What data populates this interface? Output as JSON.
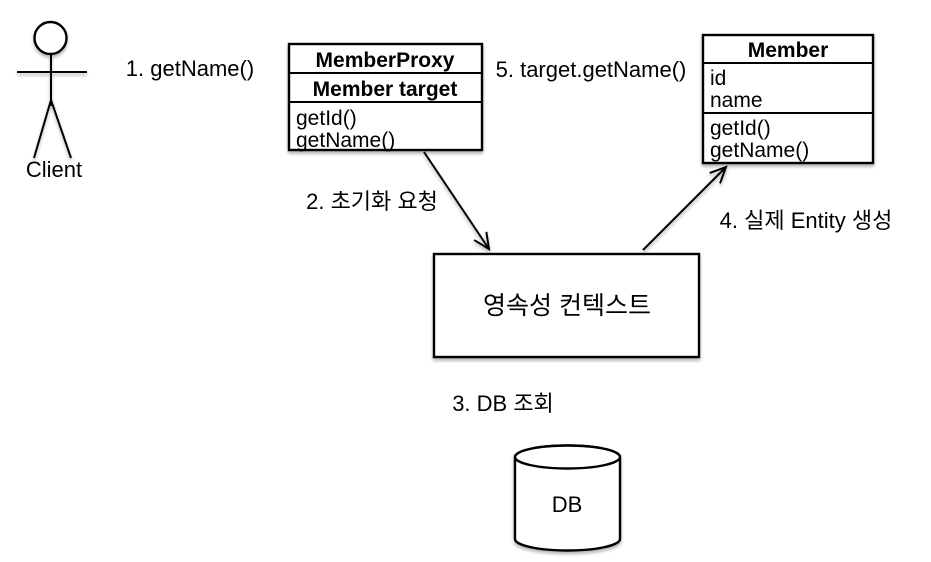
{
  "diagram": {
    "actor": {
      "label": "Client"
    },
    "classes": {
      "proxy": {
        "title": "MemberProxy",
        "fields": [
          "Member target"
        ],
        "methods": [
          "getId()",
          "getName()"
        ]
      },
      "member": {
        "title": "Member",
        "fields": [
          "id",
          "name"
        ],
        "methods": [
          "getId()",
          "getName()"
        ]
      }
    },
    "persistence_context": {
      "label": "영속성 컨텍스트"
    },
    "database": {
      "label": "DB"
    },
    "steps": {
      "step1": {
        "label": "1. getName()"
      },
      "step2": {
        "label": "2. 초기화 요청"
      },
      "step3": {
        "label": "3. DB 조회"
      },
      "step4": {
        "label": "4. 실제 Entity 생성"
      },
      "step5": {
        "label": "5. target.getName()"
      }
    },
    "colors": {
      "stroke": "#000000",
      "fill": "#ffffff",
      "background": "#ffffff"
    }
  }
}
